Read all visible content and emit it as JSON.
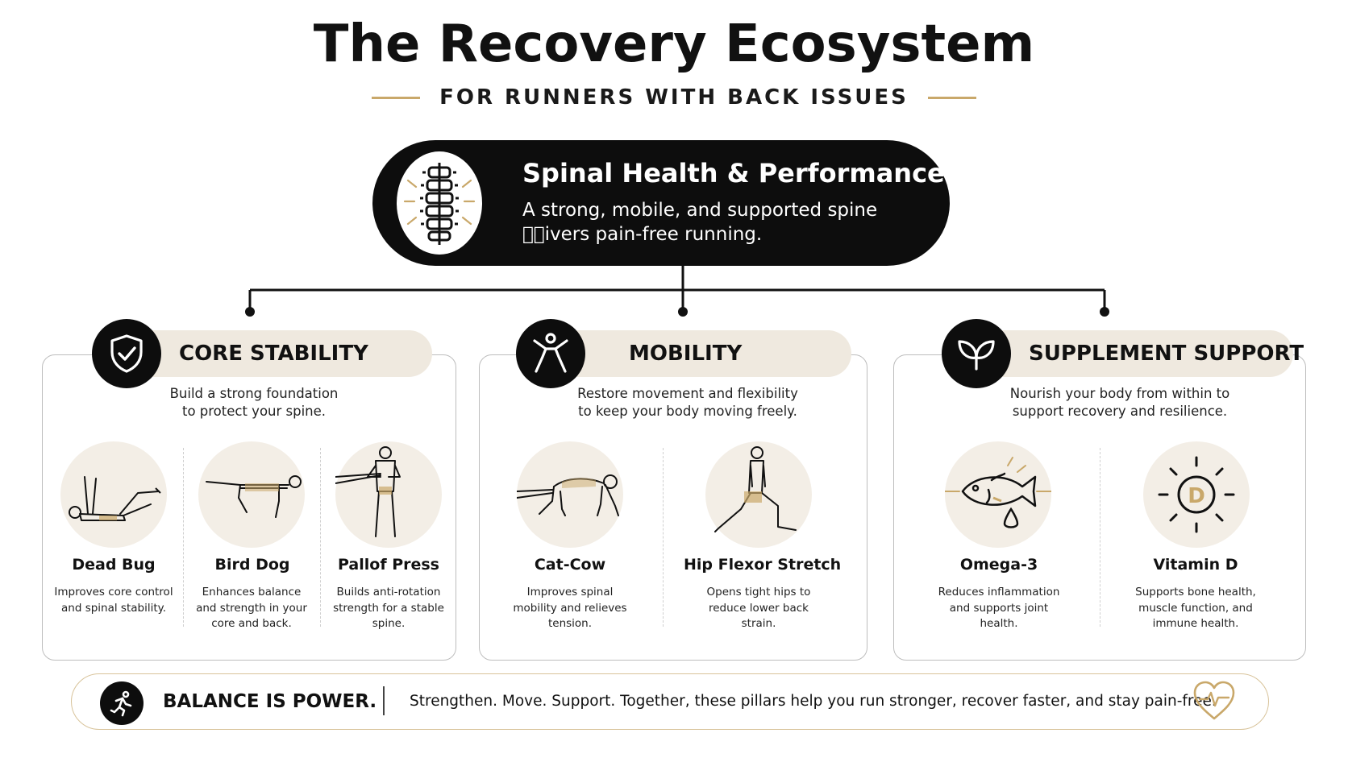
{
  "header": {
    "title": "The Recovery Ecosystem",
    "subtitle": "FOR RUNNERS WITH BACK ISSUES"
  },
  "hero": {
    "title": "Spinal Health & Performance",
    "description": "A strong, mobile, and supported spine \u0000\u0000ivers pain-free running.",
    "icon": "spine-icon"
  },
  "pillars": [
    {
      "title": "CORE STABILITY",
      "icon": "shield-check-icon",
      "description": "Build a strong foundation to protect your spine.",
      "items": [
        {
          "name": "Dead Bug",
          "description": "Improves core control and spinal stability.",
          "icon": "dead-bug-figure-icon"
        },
        {
          "name": "Bird Dog",
          "description": "Enhances balance and strength in your core and back.",
          "icon": "bird-dog-figure-icon"
        },
        {
          "name": "Pallof Press",
          "description": "Builds anti-rotation strength for a stable spine.",
          "icon": "pallof-press-figure-icon"
        }
      ]
    },
    {
      "title": "MOBILITY",
      "icon": "stretching-person-icon",
      "description": "Restore movement and flexibility to keep your body moving freely.",
      "items": [
        {
          "name": "Cat-Cow",
          "description": "Improves spinal mobility and relieves tension.",
          "icon": "cat-cow-figure-icon"
        },
        {
          "name": "Hip Flexor Stretch",
          "description": "Opens tight hips to reduce lower back strain.",
          "icon": "hip-flexor-figure-icon"
        }
      ]
    },
    {
      "title": "SUPPLEMENT SUPPORT",
      "icon": "leaf-icon",
      "description": "Nourish your body from within to support recovery and resilience.",
      "items": [
        {
          "name": "Omega-3",
          "description": "Reduces inflammation and supports joint health.",
          "icon": "fish-oil-icon"
        },
        {
          "name": "Vitamin D",
          "description": "Supports bone health, muscle function, and immune health.",
          "icon": "sun-vitamin-d-icon"
        }
      ]
    }
  ],
  "footer": {
    "strong": "BALANCE IS POWER.",
    "text": "Strengthen. Move. Support. Together, these pillars help you run stronger, recover faster, and stay pain-free.",
    "icons": [
      "runner-icon",
      "heart-pulse-icon"
    ]
  },
  "colors": {
    "accent_gold": "#c9a86a",
    "dark": "#0d0d0d",
    "tab_beige": "#efe9df",
    "circle_beige": "#f3eee6"
  }
}
